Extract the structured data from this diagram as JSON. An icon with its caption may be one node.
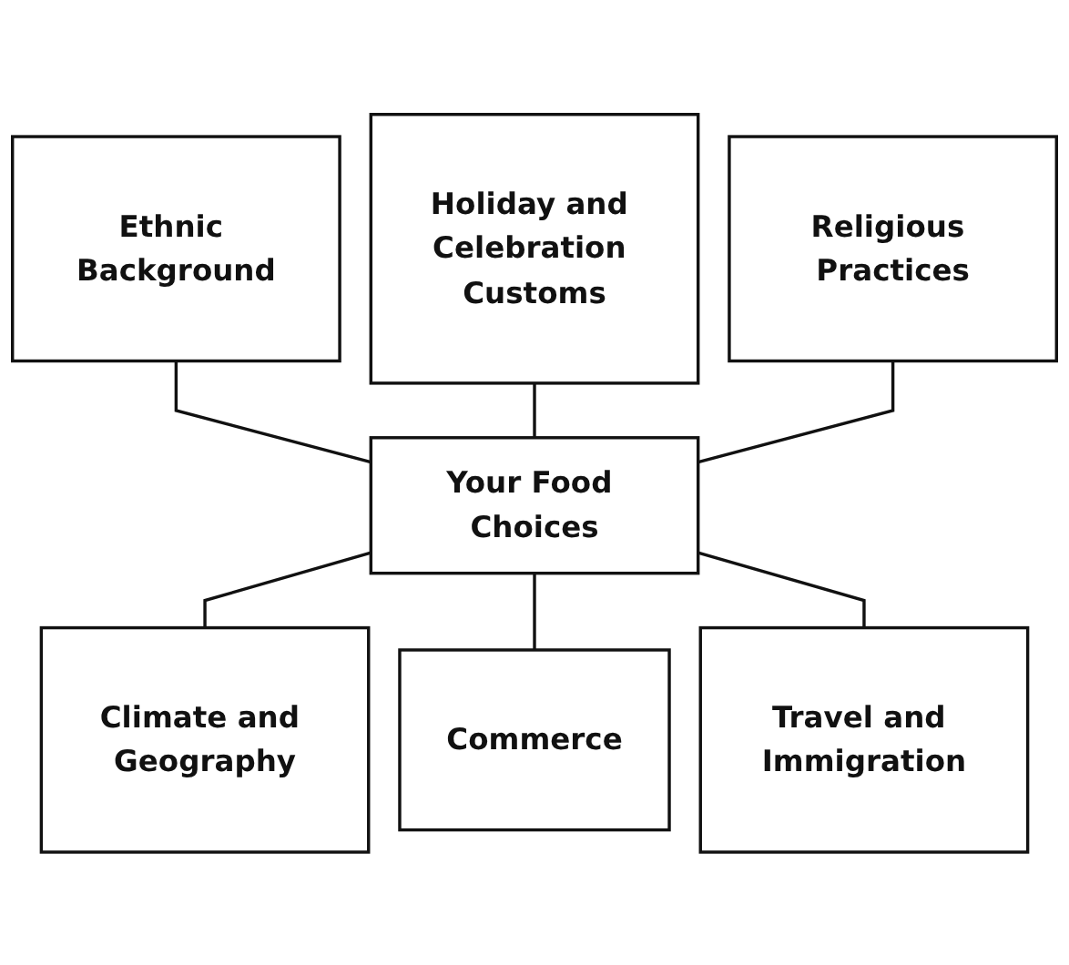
{
  "diagram": {
    "nodes": [
      {
        "text": [
          "Holiday and Celebration Customs"
        ]
      },
      {
        "text": [
          "Ethnic Background"
        ]
      },
      {
        "text": [
          "Religious Practices"
        ]
      },
      {
        "text": [
          "Your Food Choices"
        ]
      },
      {
        "text": [
          "Climate and Geography"
        ]
      },
      {
        "text": [
          "Travel and Immigration"
        ]
      },
      {
        "text": [
          "Commerce"
        ]
      }
    ],
    "edges": [
      {
        "from": 1,
        "to": 3,
        "arrow": "none"
      },
      {
        "from": 0,
        "to": 3,
        "arrow": "none"
      },
      {
        "from": 2,
        "to": 3,
        "arrow": "none"
      },
      {
        "from": 3,
        "to": 4,
        "arrow": "none"
      },
      {
        "from": 3,
        "to": 6,
        "arrow": "none"
      },
      {
        "from": 3,
        "to": 5,
        "arrow": "none"
      }
    ]
  }
}
